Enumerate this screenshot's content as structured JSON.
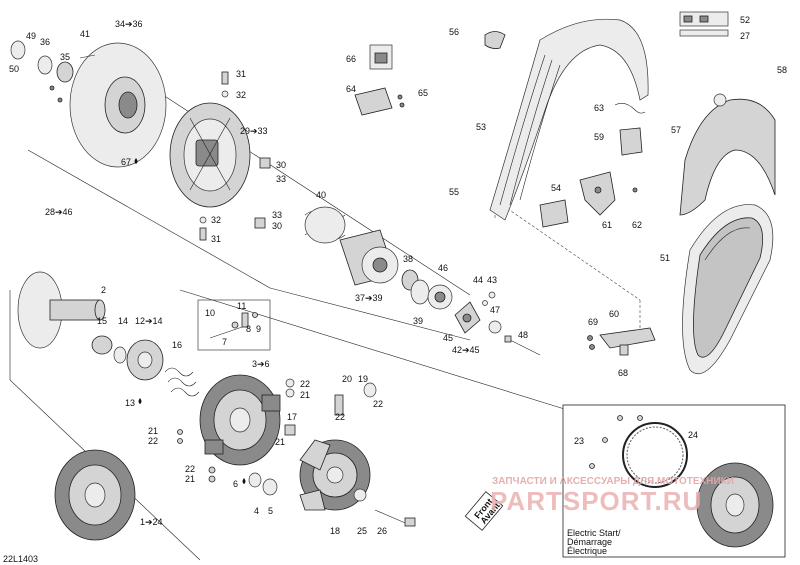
{
  "diagram_code": "22L1403",
  "watermark": {
    "top_text": "ЗАПЧАСТИ И АКСЕССУАРЫ ДЛЯ МОТОТЕХНИКИ",
    "brand_text": "PARTSPORT.RU",
    "color": "#e8a0a0"
  },
  "tag": {
    "line1": "Front",
    "line2": "Avant"
  },
  "caption": {
    "line1": "Electric Start/",
    "line2": "Démarrage",
    "line3": "Électrique"
  },
  "callouts": {
    "c49": "49",
    "c50": "50",
    "c36a": "36",
    "c35": "35",
    "c41": "41",
    "c34_36": "34➔36",
    "c31a": "31",
    "c32a": "32",
    "c29_33": "29➔33",
    "c67": "67",
    "c30a": "30",
    "c33a": "33",
    "c28_46": "28➔46",
    "c32b": "32",
    "c31b": "31",
    "c33b": "33",
    "c30b": "30",
    "c66": "66",
    "c64": "64",
    "c65": "65",
    "c40": "40",
    "c38": "38",
    "c37_39": "37➔39",
    "c39": "39",
    "c46": "46",
    "c44": "44",
    "c43": "43",
    "c47": "47",
    "c45": "45",
    "c42_45": "42➔45",
    "c48": "48",
    "c56": "56",
    "c52": "52",
    "c27": "27",
    "c53": "53",
    "c55": "55",
    "c54": "54",
    "c61": "61",
    "c62": "62",
    "c63": "63",
    "c59": "59",
    "c57": "57",
    "c58": "58",
    "c51": "51",
    "c60": "60",
    "c69": "69",
    "c68": "68",
    "c2": "2",
    "c15": "15",
    "c14": "14",
    "c12_14": "12➔14",
    "c10": "10",
    "c11": "11",
    "c7": "7",
    "c8": "8",
    "c9": "9",
    "c16": "16",
    "c3_6": "3➔6",
    "c13": "13",
    "c22a": "22",
    "c21a": "21",
    "c20": "20",
    "c19": "19",
    "c22b": "22",
    "c22c": "22",
    "c17": "17",
    "c21b": "21",
    "c22d": "22",
    "c21c": "21",
    "c22e": "22",
    "c21d": "21",
    "c6": "6",
    "c4": "4",
    "c5": "5",
    "c18": "18",
    "c25": "25",
    "c26": "26",
    "c1_24": "1➔24",
    "c23": "23",
    "c24": "24"
  }
}
